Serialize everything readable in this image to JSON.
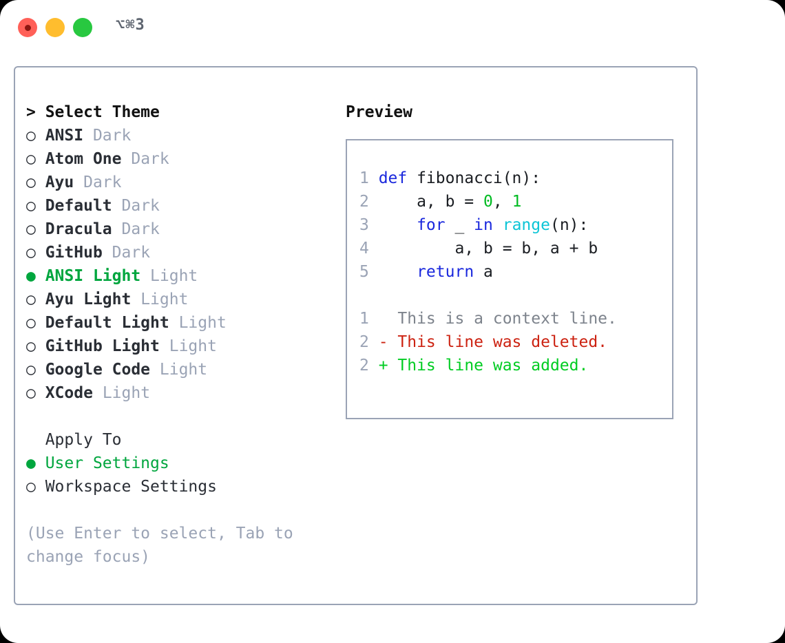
{
  "titlebar": {
    "shortcut": "⌥⌘3",
    "buttons": [
      "close",
      "minimize",
      "maximize"
    ]
  },
  "theme_picker": {
    "header": "> Select Theme",
    "selected_theme": "ANSI Light",
    "items": [
      {
        "marker": "○",
        "name": "ANSI",
        "variant": "Dark",
        "selected": false
      },
      {
        "marker": "○",
        "name": "Atom One",
        "variant": "Dark",
        "selected": false
      },
      {
        "marker": "○",
        "name": "Ayu",
        "variant": "Dark",
        "selected": false
      },
      {
        "marker": "○",
        "name": "Default",
        "variant": "Dark",
        "selected": false
      },
      {
        "marker": "○",
        "name": "Dracula",
        "variant": "Dark",
        "selected": false
      },
      {
        "marker": "○",
        "name": "GitHub",
        "variant": "Dark",
        "selected": false
      },
      {
        "marker": "●",
        "name": "ANSI Light",
        "variant": "Light",
        "selected": true
      },
      {
        "marker": "○",
        "name": "Ayu Light",
        "variant": "Light",
        "selected": false
      },
      {
        "marker": "○",
        "name": "Default Light",
        "variant": "Light",
        "selected": false
      },
      {
        "marker": "○",
        "name": "GitHub Light",
        "variant": "Light",
        "selected": false
      },
      {
        "marker": "○",
        "name": "Google Code",
        "variant": "Light",
        "selected": false
      },
      {
        "marker": "○",
        "name": "XCode",
        "variant": "Light",
        "selected": false
      }
    ]
  },
  "apply_to": {
    "header": "  Apply To",
    "selected_option": "User Settings",
    "options": [
      {
        "marker": "●",
        "label": "User Settings",
        "selected": true
      },
      {
        "marker": "○",
        "label": "Workspace Settings",
        "selected": false
      }
    ]
  },
  "hint": "(Use Enter to select, Tab to change focus)",
  "preview": {
    "title": "Preview",
    "code_lines": [
      {
        "number": "1",
        "tokens": [
          {
            "text": "def ",
            "style": "kw"
          },
          {
            "text": "fibonacci(n):",
            "style": "plain"
          }
        ]
      },
      {
        "number": "2",
        "tokens": [
          {
            "text": "    a, b = ",
            "style": "plain"
          },
          {
            "text": "0",
            "style": "num"
          },
          {
            "text": ", ",
            "style": "plain"
          },
          {
            "text": "1",
            "style": "num"
          }
        ]
      },
      {
        "number": "3",
        "tokens": [
          {
            "text": "    ",
            "style": "plain"
          },
          {
            "text": "for",
            "style": "kw"
          },
          {
            "text": " _ ",
            "style": "plain"
          },
          {
            "text": "in",
            "style": "kw"
          },
          {
            "text": " ",
            "style": "plain"
          },
          {
            "text": "range",
            "style": "fn"
          },
          {
            "text": "(n):",
            "style": "plain"
          }
        ]
      },
      {
        "number": "4",
        "tokens": [
          {
            "text": "        a, b = b, a + b",
            "style": "plain"
          }
        ]
      },
      {
        "number": "5",
        "tokens": [
          {
            "text": "    ",
            "style": "plain"
          },
          {
            "text": "return",
            "style": "kw"
          },
          {
            "text": " a",
            "style": "plain"
          }
        ]
      }
    ],
    "diff_lines": [
      {
        "number": "1",
        "sign": "  ",
        "text": "This is a context line.",
        "kind": "context"
      },
      {
        "number": "2",
        "sign": "- ",
        "text": "This line was deleted.",
        "kind": "deleted"
      },
      {
        "number": "2",
        "sign": "+ ",
        "text": "This line was added.",
        "kind": "added"
      }
    ]
  },
  "colors": {
    "accent_green": "#00a63e",
    "muted_gray": "#9aa3b5",
    "keyword_blue": "#1a28dd",
    "function_cyan": "#0dc5d6",
    "number_green": "#00bb22",
    "diff_deleted_red": "#cc2211",
    "diff_added_green": "#00cc22",
    "panel_border": "#9aa3b5"
  }
}
